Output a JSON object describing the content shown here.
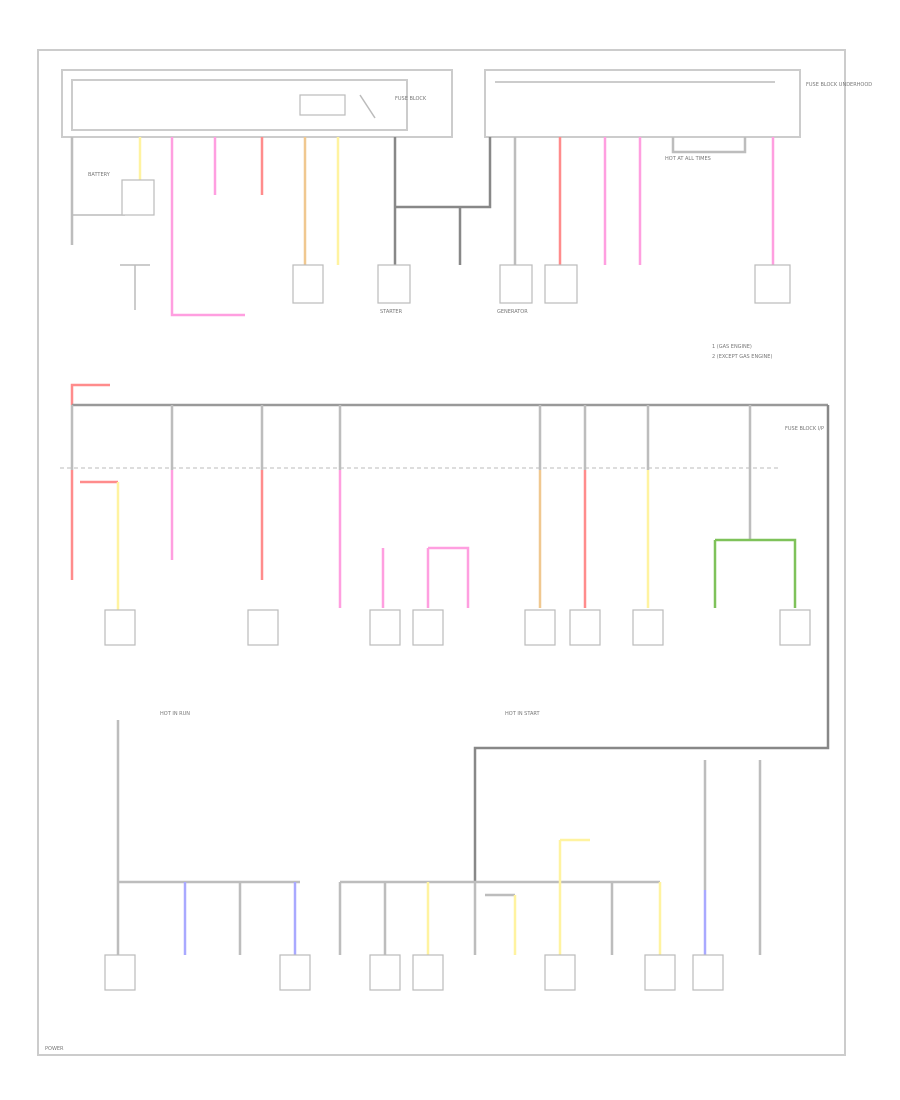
{
  "diagram": {
    "title": "Power Distribution Wiring Diagram",
    "labels": {
      "battery": "BATTERY",
      "starter": "STARTER",
      "generator": "GENERATOR",
      "fuse_block_top": "FUSE BLOCK",
      "fuse_block_underhood": "FUSE BLOCK UNDERHOOD",
      "fuse_block_instrument": "FUSE BLOCK I/P",
      "hot_at_all_times": "HOT AT ALL TIMES",
      "hot_in_run": "HOT IN RUN",
      "hot_in_start": "HOT IN START",
      "legend_1": "1 (GAS ENGINE)",
      "legend_2": "2 (EXCEPT GAS ENGINE)",
      "page_ref": "POWER"
    },
    "colors": {
      "pink": "#ff9fe0",
      "red": "#ff8c8c",
      "yellow": "#fff3a0",
      "orange": "#f0c890",
      "green": "#7fc25a",
      "blue": "#a9a9ff",
      "gray": "#bdbdbd"
    }
  }
}
